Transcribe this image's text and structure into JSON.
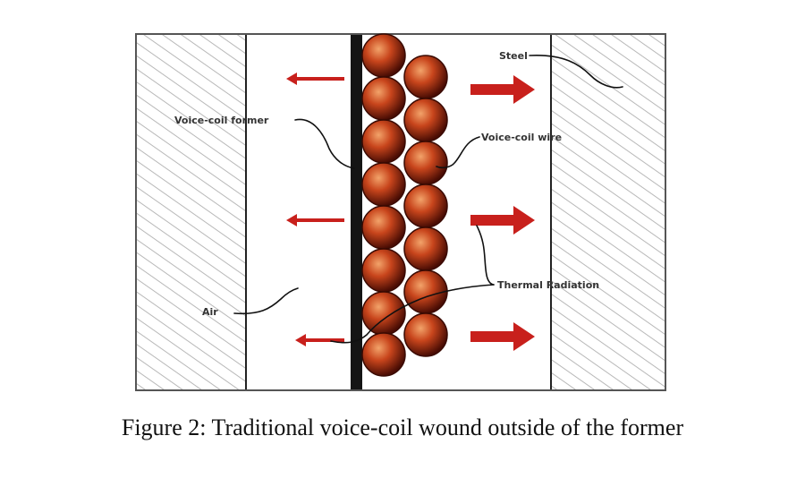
{
  "labels": {
    "steel": "Steel",
    "voice_coil_former": "Voice-coil former",
    "voice_coil_wire": "Voice-coil wire",
    "thermal_radiation": "Thermal Radiation",
    "air": "Air"
  },
  "caption": "Figure 2: Traditional voice-coil wound outside of the former",
  "colors": {
    "arrow": "#c8201c",
    "wire_center": "#f2a36a",
    "wire_mid": "#c8451c",
    "wire_edge": "#4a0d04",
    "former": "#151515",
    "hatch": "#b8b8b8",
    "frame": "#555555"
  }
}
